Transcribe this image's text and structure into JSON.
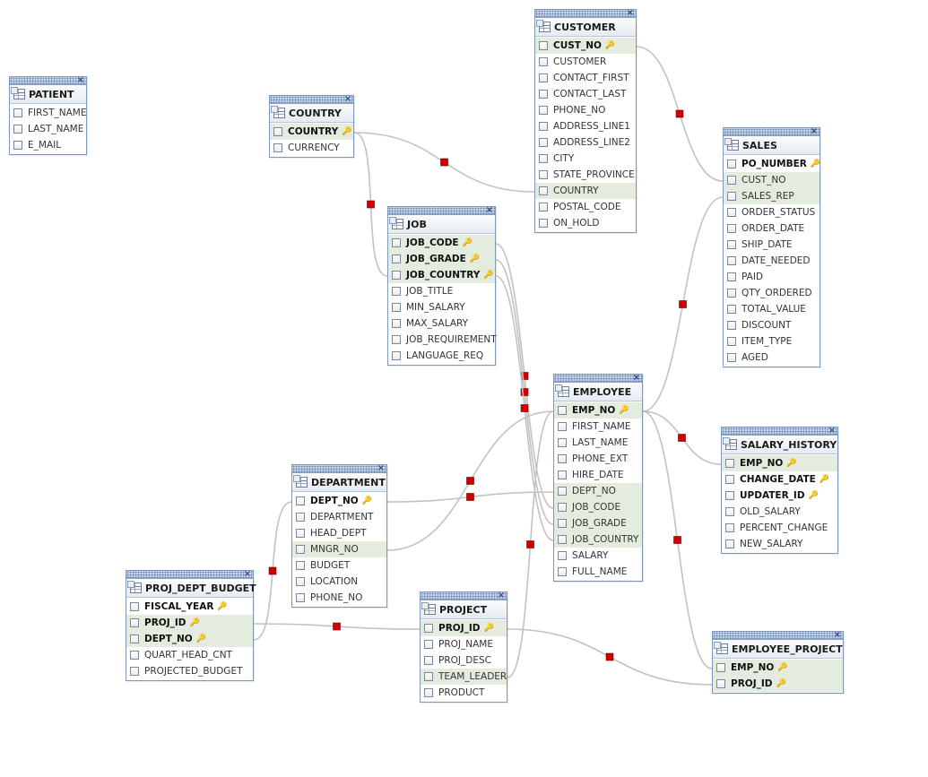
{
  "colors": {
    "connector": "#c2c2c2",
    "marker": "#d10000",
    "header_border": "#7f97b8",
    "key_highlight": "#e3ecdf"
  },
  "icons": {
    "close": "×",
    "key": "key-icon",
    "table": "table-icon",
    "checkbox": "checkbox-icon"
  },
  "tables": [
    {
      "id": "patient",
      "name": "PATIENT",
      "columns": [
        {
          "name": "FIRST_NAME"
        },
        {
          "name": "LAST_NAME"
        },
        {
          "name": "E_MAIL"
        }
      ]
    },
    {
      "id": "country",
      "name": "COUNTRY",
      "columns": [
        {
          "name": "COUNTRY",
          "pk": true,
          "highlight": true
        },
        {
          "name": "CURRENCY"
        }
      ]
    },
    {
      "id": "customer",
      "name": "CUSTOMER",
      "columns": [
        {
          "name": "CUST_NO",
          "pk": true,
          "highlight": true
        },
        {
          "name": "CUSTOMER"
        },
        {
          "name": "CONTACT_FIRST"
        },
        {
          "name": "CONTACT_LAST"
        },
        {
          "name": "PHONE_NO"
        },
        {
          "name": "ADDRESS_LINE1"
        },
        {
          "name": "ADDRESS_LINE2"
        },
        {
          "name": "CITY"
        },
        {
          "name": "STATE_PROVINCE"
        },
        {
          "name": "COUNTRY",
          "highlight": true
        },
        {
          "name": "POSTAL_CODE"
        },
        {
          "name": "ON_HOLD"
        }
      ]
    },
    {
      "id": "job",
      "name": "JOB",
      "columns": [
        {
          "name": "JOB_CODE",
          "pk": true,
          "highlight": true
        },
        {
          "name": "JOB_GRADE",
          "pk": true,
          "highlight": true
        },
        {
          "name": "JOB_COUNTRY",
          "pk": true,
          "highlight": true
        },
        {
          "name": "JOB_TITLE"
        },
        {
          "name": "MIN_SALARY"
        },
        {
          "name": "MAX_SALARY"
        },
        {
          "name": "JOB_REQUIREMENT"
        },
        {
          "name": "LANGUAGE_REQ"
        }
      ]
    },
    {
      "id": "sales",
      "name": "SALES",
      "columns": [
        {
          "name": "PO_NUMBER",
          "pk": true
        },
        {
          "name": "CUST_NO",
          "highlight": true
        },
        {
          "name": "SALES_REP",
          "highlight": true
        },
        {
          "name": "ORDER_STATUS"
        },
        {
          "name": "ORDER_DATE"
        },
        {
          "name": "SHIP_DATE"
        },
        {
          "name": "DATE_NEEDED"
        },
        {
          "name": "PAID"
        },
        {
          "name": "QTY_ORDERED"
        },
        {
          "name": "TOTAL_VALUE"
        },
        {
          "name": "DISCOUNT"
        },
        {
          "name": "ITEM_TYPE"
        },
        {
          "name": "AGED"
        }
      ]
    },
    {
      "id": "employee",
      "name": "EMPLOYEE",
      "columns": [
        {
          "name": "EMP_NO",
          "pk": true,
          "highlight": true
        },
        {
          "name": "FIRST_NAME"
        },
        {
          "name": "LAST_NAME"
        },
        {
          "name": "PHONE_EXT"
        },
        {
          "name": "HIRE_DATE"
        },
        {
          "name": "DEPT_NO",
          "highlight": true
        },
        {
          "name": "JOB_CODE",
          "highlight": true
        },
        {
          "name": "JOB_GRADE",
          "highlight": true
        },
        {
          "name": "JOB_COUNTRY",
          "highlight": true
        },
        {
          "name": "SALARY"
        },
        {
          "name": "FULL_NAME"
        }
      ]
    },
    {
      "id": "salary_history",
      "name": "SALARY_HISTORY",
      "columns": [
        {
          "name": "EMP_NO",
          "pk": true,
          "highlight": true
        },
        {
          "name": "CHANGE_DATE",
          "pk": true
        },
        {
          "name": "UPDATER_ID",
          "pk": true
        },
        {
          "name": "OLD_SALARY"
        },
        {
          "name": "PERCENT_CHANGE"
        },
        {
          "name": "NEW_SALARY"
        }
      ]
    },
    {
      "id": "department",
      "name": "DEPARTMENT",
      "columns": [
        {
          "name": "DEPT_NO",
          "pk": true
        },
        {
          "name": "DEPARTMENT"
        },
        {
          "name": "HEAD_DEPT"
        },
        {
          "name": "MNGR_NO",
          "highlight": true
        },
        {
          "name": "BUDGET"
        },
        {
          "name": "LOCATION"
        },
        {
          "name": "PHONE_NO"
        }
      ]
    },
    {
      "id": "proj_dept_budget",
      "name": "PROJ_DEPT_BUDGET",
      "columns": [
        {
          "name": "FISCAL_YEAR",
          "pk": true
        },
        {
          "name": "PROJ_ID",
          "pk": true,
          "highlight": true
        },
        {
          "name": "DEPT_NO",
          "pk": true,
          "highlight": true
        },
        {
          "name": "QUART_HEAD_CNT"
        },
        {
          "name": "PROJECTED_BUDGET"
        }
      ]
    },
    {
      "id": "project",
      "name": "PROJECT",
      "columns": [
        {
          "name": "PROJ_ID",
          "pk": true,
          "highlight": true
        },
        {
          "name": "PROJ_NAME"
        },
        {
          "name": "PROJ_DESC"
        },
        {
          "name": "TEAM_LEADER",
          "highlight": true
        },
        {
          "name": "PRODUCT"
        }
      ]
    },
    {
      "id": "employee_project",
      "name": "EMPLOYEE_PROJECT",
      "columns": [
        {
          "name": "EMP_NO",
          "pk": true,
          "highlight": true
        },
        {
          "name": "PROJ_ID",
          "pk": true,
          "highlight": true
        }
      ]
    }
  ],
  "relationships": [
    {
      "from": "country.COUNTRY",
      "to": "customer.COUNTRY"
    },
    {
      "from": "country.COUNTRY",
      "to": "job.JOB_COUNTRY"
    },
    {
      "from": "customer.CUST_NO",
      "to": "sales.CUST_NO"
    },
    {
      "from": "employee.EMP_NO",
      "to": "sales.SALES_REP"
    },
    {
      "from": "job.JOB_CODE",
      "to": "employee.JOB_CODE"
    },
    {
      "from": "job.JOB_GRADE",
      "to": "employee.JOB_GRADE"
    },
    {
      "from": "job.JOB_COUNTRY",
      "to": "employee.JOB_COUNTRY"
    },
    {
      "from": "employee.EMP_NO",
      "to": "salary_history.EMP_NO"
    },
    {
      "from": "employee.EMP_NO",
      "to": "employee_project.EMP_NO"
    },
    {
      "from": "employee.EMP_NO",
      "to": "department.MNGR_NO"
    },
    {
      "from": "department.DEPT_NO",
      "to": "employee.DEPT_NO"
    },
    {
      "from": "department.DEPT_NO",
      "to": "proj_dept_budget.DEPT_NO"
    },
    {
      "from": "project.PROJ_ID",
      "to": "proj_dept_budget.PROJ_ID"
    },
    {
      "from": "project.PROJ_ID",
      "to": "employee_project.PROJ_ID"
    },
    {
      "from": "employee.EMP_NO",
      "to": "project.TEAM_LEADER"
    }
  ]
}
